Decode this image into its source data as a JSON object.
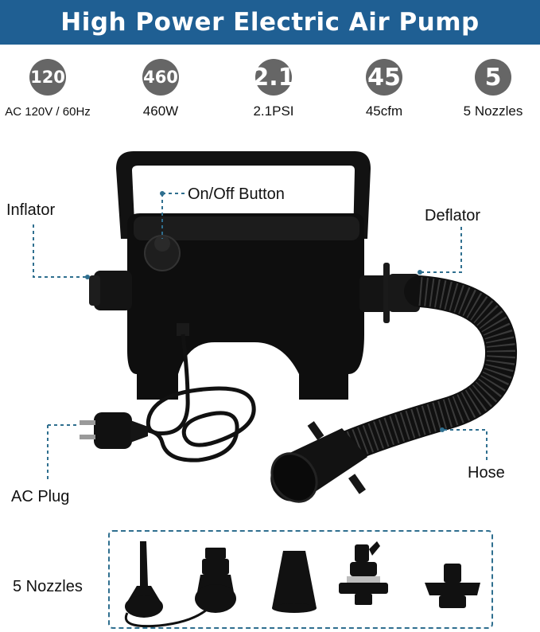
{
  "banner": {
    "title": "High Power Electric Air Pump"
  },
  "specs": [
    {
      "badge": "120",
      "label": "AC 120V / 60Hz"
    },
    {
      "badge": "460",
      "label": "460W"
    },
    {
      "badge": "2.1",
      "label": "2.1PSI"
    },
    {
      "badge": "45",
      "label": "45cfm"
    },
    {
      "badge": "5",
      "label": "5 Nozzles"
    }
  ],
  "callouts": {
    "inflator": "Inflator",
    "on_off": "On/Off Button",
    "deflator": "Deflator",
    "ac_plug": "AC Plug",
    "hose": "Hose",
    "nozzles": "5 Nozzles"
  },
  "colors": {
    "banner": "#1f5f93",
    "badge": "#666666",
    "leader": "#2f6f8f",
    "product": "#0d0d0d"
  }
}
